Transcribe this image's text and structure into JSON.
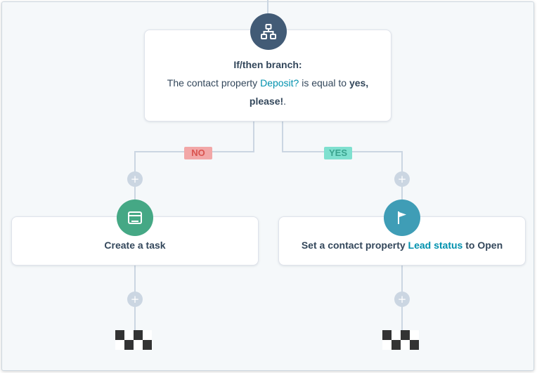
{
  "colors": {
    "background": "#f5f8fa",
    "connector": "#cbd6e2",
    "branch_icon_bg": "#425b76",
    "task_icon_bg": "#45a885",
    "flag_icon_bg": "#3f9db6",
    "link": "#0091ae",
    "no_bg": "#f2a7a7",
    "no_text": "#d9534f",
    "yes_bg": "#7fe0cf",
    "yes_text": "#3aa38e"
  },
  "branch_node": {
    "icon": "branch-icon",
    "title": "If/then branch:",
    "text_before": "The contact property ",
    "property": "Deposit?",
    "text_middle": " is equal to ",
    "value_part1": "yes,",
    "value_part2": "please!",
    "text_after": "."
  },
  "labels": {
    "no": "NO",
    "yes": "YES"
  },
  "plus_label": "+",
  "task_node": {
    "icon": "task-icon",
    "label": "Create a task"
  },
  "property_node": {
    "icon": "flag-icon",
    "text_before": "Set a contact property ",
    "property": "Lead status",
    "text_middle": " to ",
    "value": "Open"
  },
  "end_icons": [
    "checkered-flag-icon",
    "checkered-flag-icon"
  ]
}
